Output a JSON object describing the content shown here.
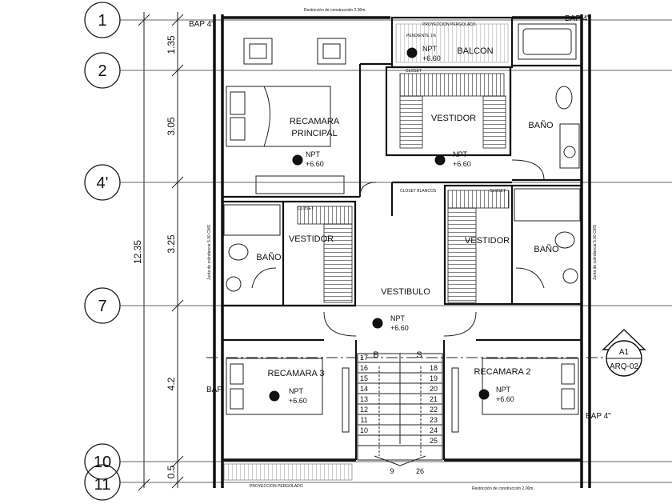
{
  "axes": [
    {
      "id": "axis-1",
      "label": "1"
    },
    {
      "id": "axis-2",
      "label": "2"
    },
    {
      "id": "axis-4p",
      "label": "4'"
    },
    {
      "id": "axis-7",
      "label": "7"
    },
    {
      "id": "axis-10",
      "label": "10"
    },
    {
      "id": "axis-11",
      "label": "11"
    }
  ],
  "dimensions": {
    "total": "12.35",
    "d1": "1.35",
    "d2": "3.05",
    "d3": "3.25",
    "d4": "4.2",
    "d5": "0.5"
  },
  "rooms": {
    "recamara_principal_1": "RECAMARA",
    "recamara_principal_2": "PRINCIPAL",
    "vestidor_top": "VESTIDOR",
    "bano_top": "BAÑO",
    "balcon": "BALCON",
    "vestidor_left": "VESTIDOR",
    "bano_left": "BAÑO",
    "vestibulo": "VESTIBULO",
    "vestidor_right": "VESTIDOR",
    "bano_right": "BAÑO",
    "recamara_3": "RECAMARA 3",
    "recamara_2": "RECAMARA 2"
  },
  "levels": {
    "npt": "NPT",
    "value": "+6.60"
  },
  "labels": {
    "bap_top_left": "BAP 4\"",
    "bap_top_right": "BAP 4\"",
    "bap_left": "BAP",
    "bap_right": "BAP 4\"",
    "restriccion_top": "Restricción de construcción 2.00m.",
    "restriccion_bottom": "Restricción de construcción 2.00m.",
    "proyeccion_top": "PROYECCION PERGOLADO",
    "proyeccion_bottom": "PROYECCION PERGOLADO",
    "closet_top": "CLOSET",
    "closet_mid": "CLOSET",
    "closet_left": "CLOSET",
    "closet_right": "CLOSET",
    "closet_blancos": "CLOSET BLANCOS",
    "junta_left": "Junta de colindancia 5.00 CMS",
    "junta_right": "Junta de colindancia 5.00 CMS",
    "pendiente": "PENDIENTE 1%",
    "stair_b": "B",
    "stair_s": "S",
    "section_id": "A1",
    "section_sheet": "ARQ-02"
  },
  "stairs": {
    "left": [
      "17",
      "16",
      "15",
      "14",
      "13",
      "12",
      "11",
      "10",
      "9"
    ],
    "right": [
      "18",
      "19",
      "20",
      "21",
      "22",
      "23",
      "24",
      "25",
      "26"
    ]
  }
}
